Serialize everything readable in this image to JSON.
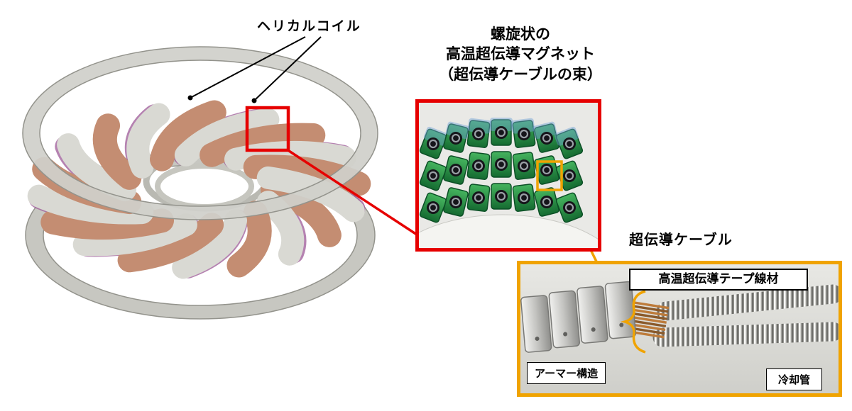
{
  "diagram": {
    "torus_label": "ヘリカルコイル",
    "magnet_panel": {
      "title_lines": [
        "螺旋状の",
        "高温超伝導マグネット",
        "（超伝導ケーブルの束）"
      ]
    },
    "cable_panel": {
      "title": "超伝導ケーブル",
      "hts_tape_label": "高温超伝導テープ線材",
      "armor_label": "アーマー構造",
      "cooling_pipe_label": "冷却管"
    },
    "colors": {
      "highlight_red": "#e60000",
      "highlight_orange": "#f0a300",
      "coil_copper": "#c48d72",
      "coil_silver": "#d9d9d3",
      "coil_purple": "#a05f9b"
    }
  }
}
